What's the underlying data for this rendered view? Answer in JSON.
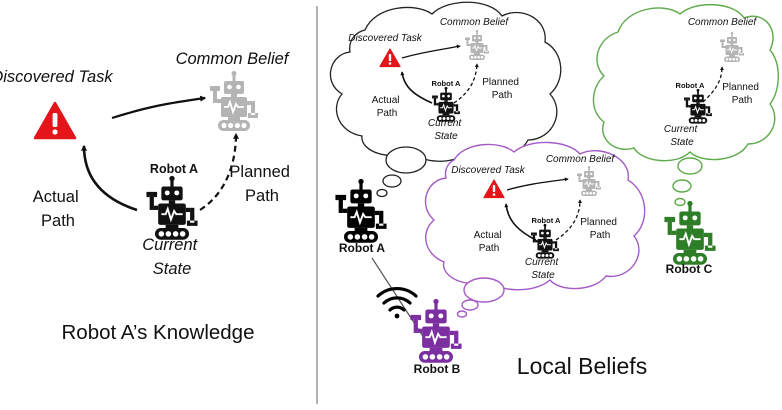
{
  "left_panel": {
    "discovered_task": "Discovered Task",
    "common_belief": "Common Belief",
    "robot_name": "Robot A",
    "actual_path": [
      "Actual",
      "Path"
    ],
    "planned_path": [
      "Planned",
      "Path"
    ],
    "current_state": [
      "Current",
      "State"
    ],
    "caption": "Robot A’s Knowledge"
  },
  "right_panel": {
    "caption": "Local Beliefs",
    "robots": [
      {
        "name": "Robot A",
        "color": "#000000"
      },
      {
        "name": "Robot B",
        "color": "#7B2FA0"
      },
      {
        "name": "Robot C",
        "color": "#2E7D27"
      }
    ],
    "bubble_labels": {
      "discovered_task": "Discovered Task",
      "common_belief": "Common Belief",
      "robot_name": "Robot A",
      "actual_path": [
        "Actual",
        "Path"
      ],
      "planned_path": [
        "Planned",
        "Path"
      ],
      "current_state": [
        "Current",
        "State"
      ]
    }
  },
  "colors": {
    "warning_red": "#E3151A",
    "ghost_robot": "#B4B4B4",
    "bubble_black": "#222222",
    "bubble_purple": "#A45BC6",
    "bubble_green": "#5DAA4A",
    "divider": "#9A9A9A"
  },
  "icons": [
    "warning-triangle-icon",
    "robot-icon",
    "wifi-icon",
    "thought-bubble-icon"
  ]
}
